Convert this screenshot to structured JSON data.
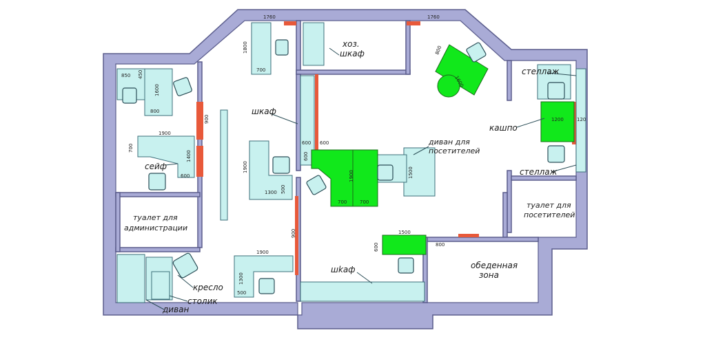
{
  "plan": {
    "labels": {
      "hoz_shkaf_1": "хоз.",
      "hoz_shkaf_2": "шкаф",
      "shkaf_left": "шкаф",
      "shkaf_bottom": "шkaф",
      "seif": "сейф",
      "toilet_admin_1": "туалет для",
      "toilet_admin_2": "администрации",
      "kreslo": "кресло",
      "stolik": "столик",
      "divan": "диван",
      "divan_visitors_1": "диван для",
      "divan_visitors_2": "посетителей",
      "kashpo": "кашпо",
      "stellazh_top": "стеллаж",
      "stellazh_bottom": "стеллаж",
      "toilet_visitors_1": "туалет для",
      "toilet_visitors_2": "посетителей",
      "dining_1": "обеденная",
      "dining_2": "зона"
    },
    "dimensions": {
      "d1760_left": "1760",
      "d1760_right": "1760",
      "d1800": "1800",
      "d700_top": "700",
      "d850": "850",
      "d450": "450",
      "d1600_left": "1600",
      "d800_left": "800",
      "d900_left": "900",
      "d1900_left": "1900",
      "d700_left": "700",
      "d1400": "1400",
      "d600_safe": "600",
      "d1900_mid": "1900",
      "d1300_mid": "1300",
      "d500_mid": "500",
      "d600_a": "600",
      "d600_b": "600",
      "d600_c": "600",
      "d1900_green": "1900",
      "d700_green": "700",
      "d700_green2": "700",
      "d1500_divan": "1500",
      "d800_top_green": "800",
      "d1600_green": "1600",
      "d1200": "1200",
      "d120": "120",
      "d900_right": "900",
      "d1500_bottom": "1500",
      "d600_bottom": "600",
      "d800_bottom": "800",
      "d1900_low": "1900",
      "d1300_low": "1300",
      "d500_low": "500"
    },
    "colors": {
      "wall": "#a9abd6",
      "furniture": "#c8f1ef",
      "green_desk": "#11e81b",
      "door_marker": "#e8593a"
    }
  }
}
